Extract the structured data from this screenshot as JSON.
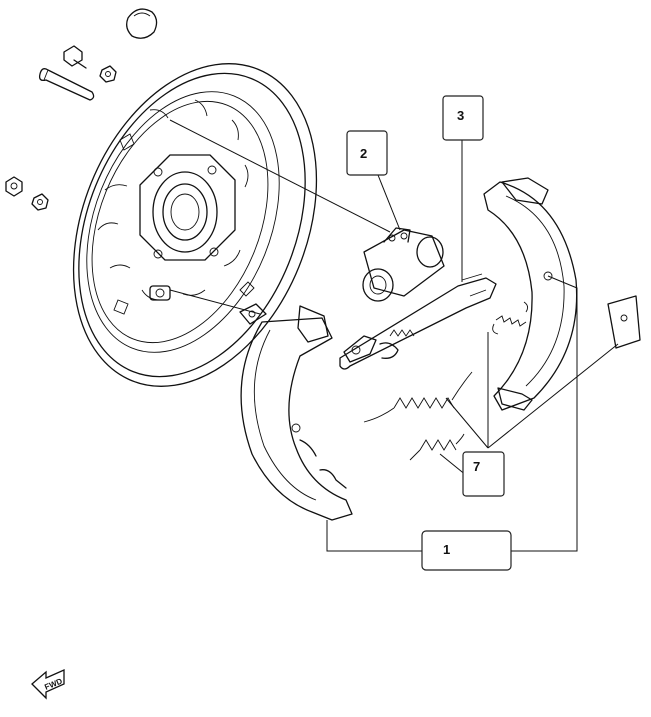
{
  "callouts": {
    "brake_shoe": "1",
    "wheel_cylinder": "2",
    "adjuster_lever": "3",
    "springs": "7"
  },
  "fwd_label": "FWD"
}
